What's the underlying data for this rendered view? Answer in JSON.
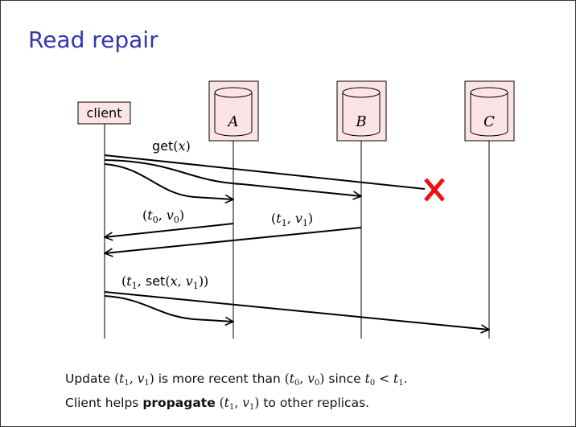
{
  "slide": {
    "title": "Read repair"
  },
  "diagram": {
    "client_label": "client",
    "nodes": [
      {
        "id": "A",
        "label": "A"
      },
      {
        "id": "B",
        "label": "B"
      },
      {
        "id": "C",
        "label": "C"
      }
    ],
    "messages": {
      "get_fn": "get",
      "get_arg": "x",
      "reply_a_time": "t",
      "reply_a_time_sub": "0",
      "reply_a_val": "v",
      "reply_a_val_sub": "0",
      "reply_b_time": "t",
      "reply_b_time_sub": "1",
      "reply_b_val": "v",
      "reply_b_val_sub": "1",
      "set_time": "t",
      "set_time_sub": "1",
      "set_fn": "set",
      "set_arg1": "x",
      "set_arg2": "v",
      "set_arg2_sub": "1"
    },
    "failure_color": "#ee1111",
    "node_fill": "#fce4e4"
  },
  "caption": {
    "line1_a": "Update ",
    "line1_t1": "t",
    "line1_t1_sub": "1",
    "line1_v1": "v",
    "line1_v1_sub": "1",
    "line1_b": " is more recent than ",
    "line1_t0": "t",
    "line1_t0_sub": "0",
    "line1_v0": "v",
    "line1_v0_sub": "0",
    "line1_c": " since ",
    "line1_cmp_l": "t",
    "line1_cmp_l_sub": "0",
    "line1_cmp_op": " < ",
    "line1_cmp_r": "t",
    "line1_cmp_r_sub": "1",
    "line1_end": ".",
    "line2_a": "Client helps ",
    "line2_bold": "propagate",
    "line2_t": "t",
    "line2_t_sub": "1",
    "line2_v": "v",
    "line2_v_sub": "1",
    "line2_b": " to other replicas."
  }
}
